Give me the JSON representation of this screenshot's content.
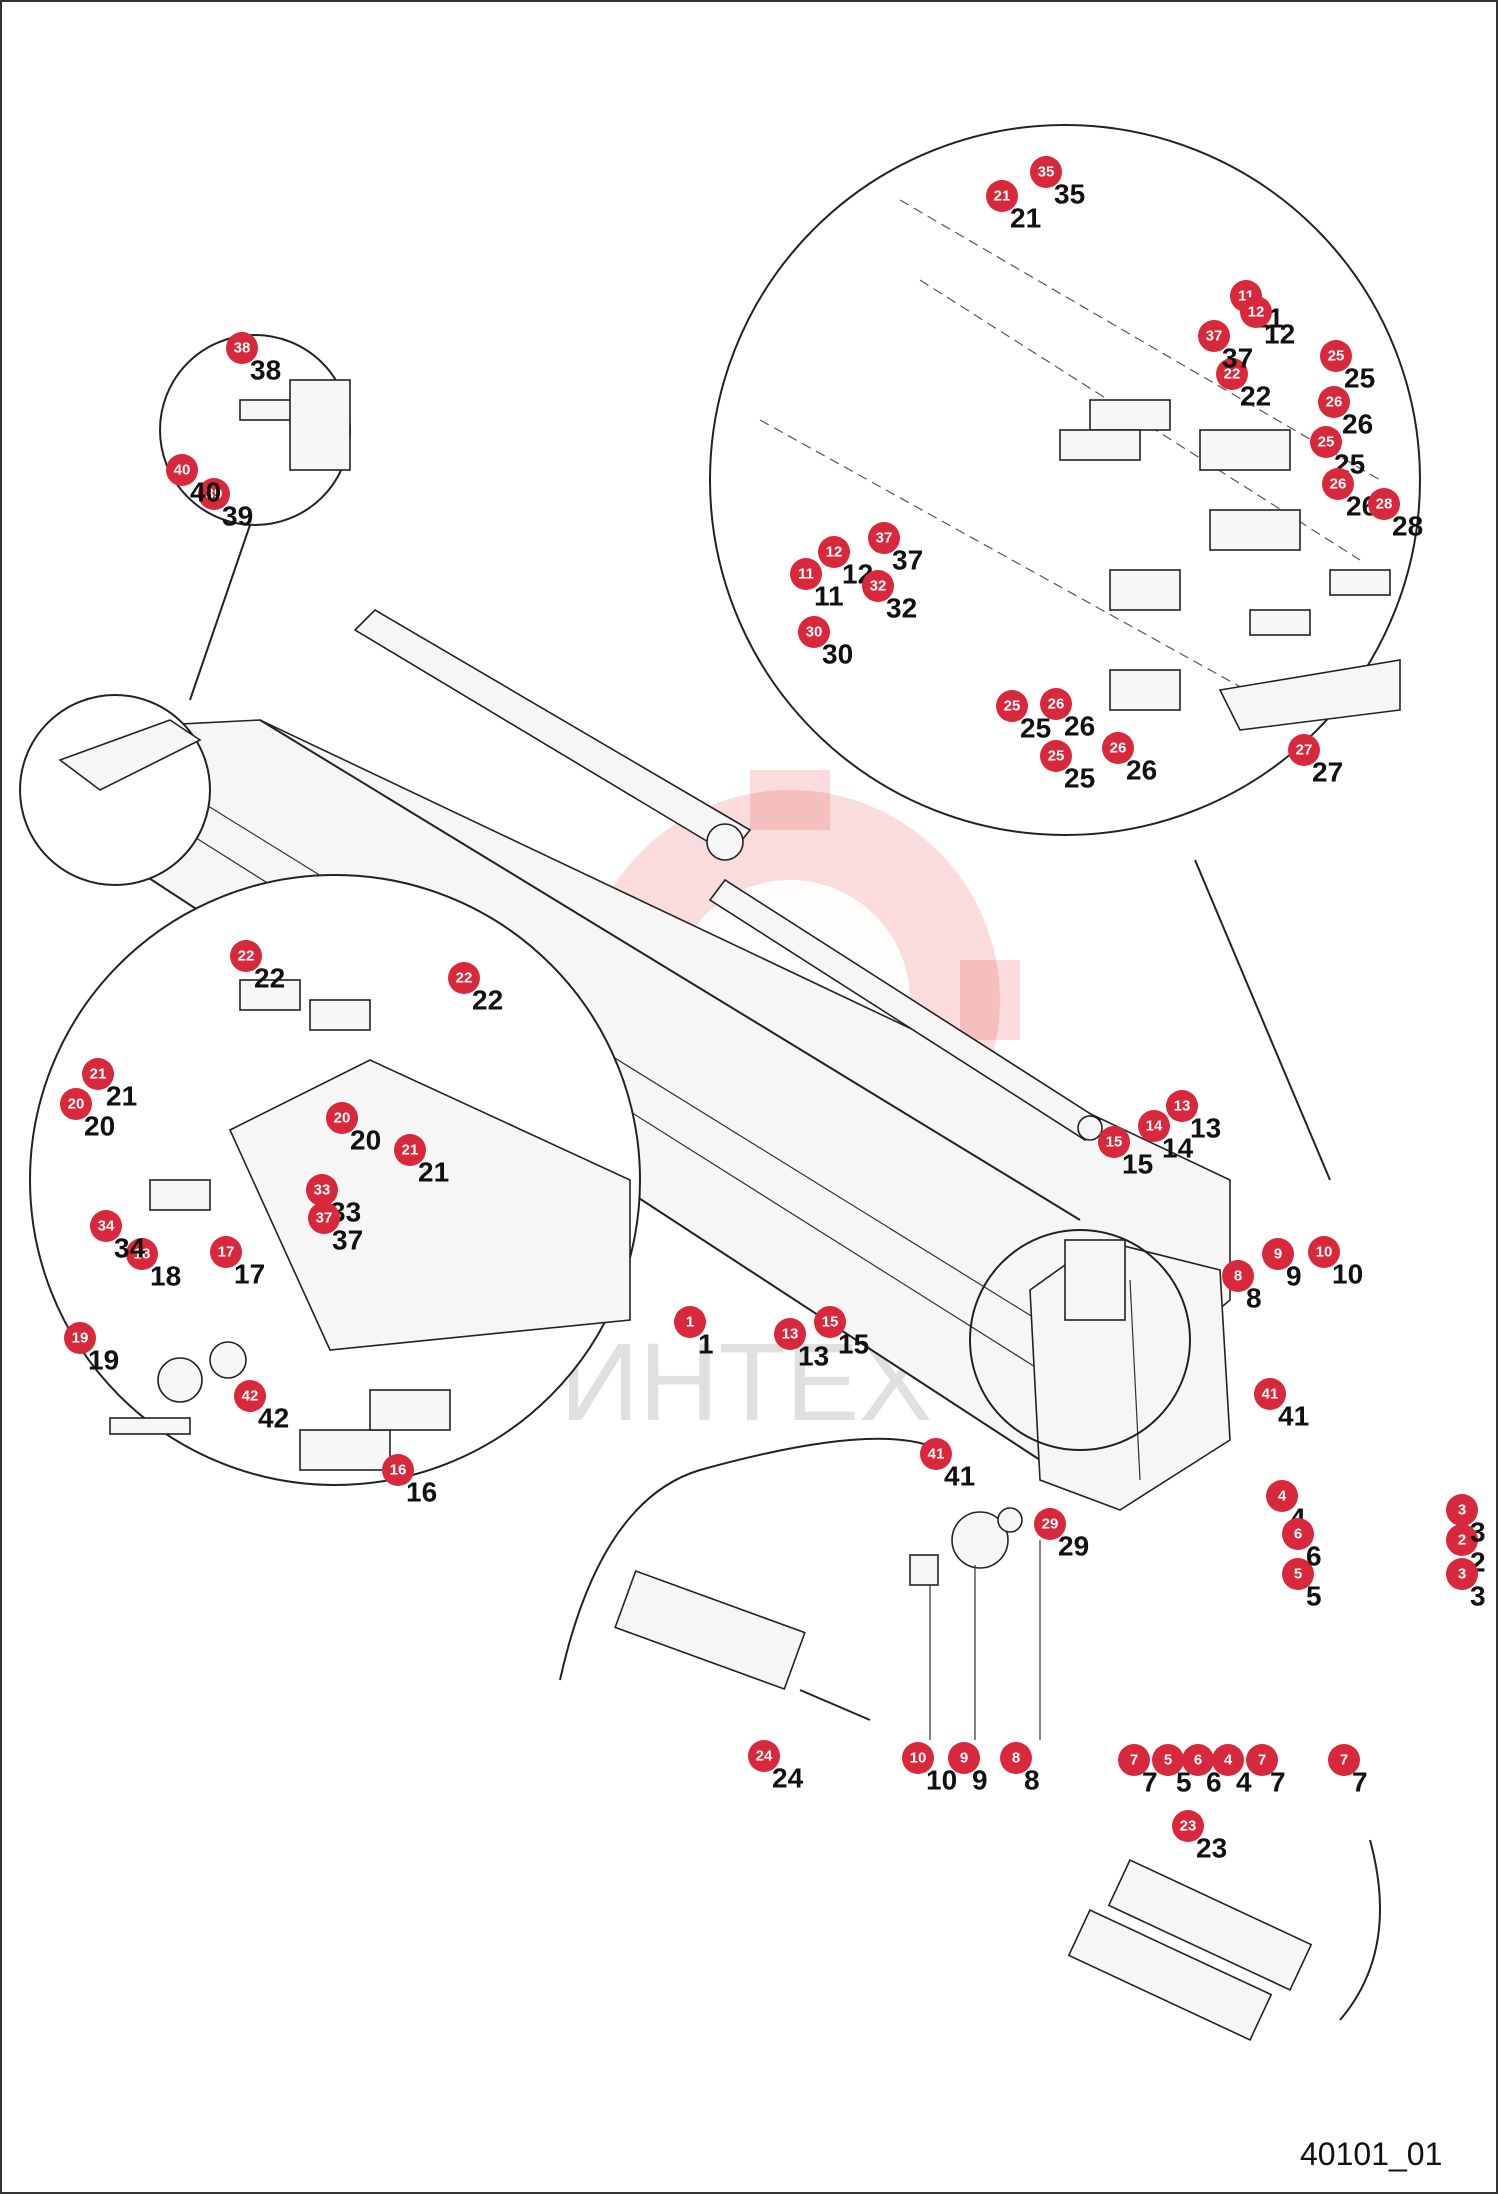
{
  "drawing": {
    "id_label": "40101_01",
    "watermark_text": "ИНТЕХ",
    "badge_color": "#d7283c"
  },
  "callouts": [
    {
      "n": "1"
    },
    {
      "n": "2"
    },
    {
      "n": "3"
    },
    {
      "n": "4"
    },
    {
      "n": "5"
    },
    {
      "n": "6"
    },
    {
      "n": "7"
    },
    {
      "n": "8"
    },
    {
      "n": "9"
    },
    {
      "n": "10"
    },
    {
      "n": "11"
    },
    {
      "n": "12"
    },
    {
      "n": "13"
    },
    {
      "n": "14"
    },
    {
      "n": "15"
    },
    {
      "n": "16"
    },
    {
      "n": "17"
    },
    {
      "n": "18"
    },
    {
      "n": "19"
    },
    {
      "n": "20"
    },
    {
      "n": "21"
    },
    {
      "n": "22"
    },
    {
      "n": "23"
    },
    {
      "n": "24"
    },
    {
      "n": "25"
    },
    {
      "n": "26"
    },
    {
      "n": "27"
    },
    {
      "n": "28"
    },
    {
      "n": "29"
    },
    {
      "n": "30"
    },
    {
      "n": "32"
    },
    {
      "n": "33"
    },
    {
      "n": "34"
    },
    {
      "n": "35"
    },
    {
      "n": "37"
    },
    {
      "n": "38"
    },
    {
      "n": "39"
    },
    {
      "n": "40"
    },
    {
      "n": "41"
    },
    {
      "n": "42"
    }
  ]
}
